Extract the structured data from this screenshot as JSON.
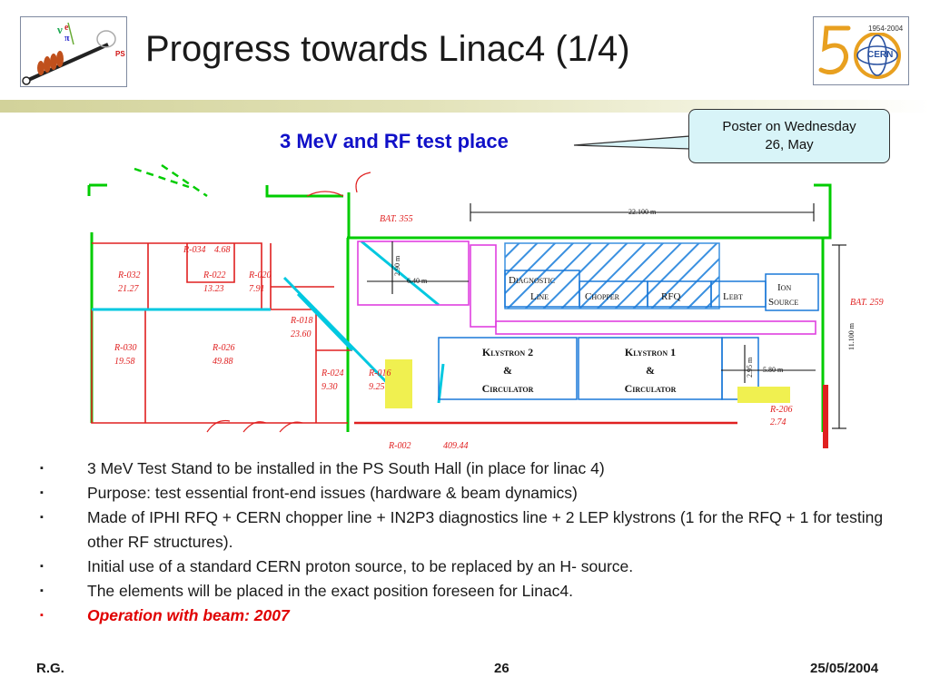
{
  "slide": {
    "title": "Progress towards Linac4 (1/4)",
    "subtitle": "3 MeV and RF test place",
    "callout": {
      "line1": "Poster on Wednesday",
      "line2": "26, May"
    }
  },
  "logos": {
    "left": {
      "icon": "linac-ps-logo",
      "text": "PS"
    },
    "right": {
      "icon": "cern-50-anniversary-logo",
      "years": "1954-2004",
      "text": "CERN"
    }
  },
  "plan": {
    "rooms": [
      {
        "name": "R-034",
        "area": "4.68"
      },
      {
        "name": "R-032",
        "area": "21.27"
      },
      {
        "name": "R-022",
        "area": "13.23"
      },
      {
        "name": "R-020",
        "area": "7.91"
      },
      {
        "name": "R-018",
        "area": "23.60"
      },
      {
        "name": "R-030",
        "area": "19.58"
      },
      {
        "name": "R-026",
        "area": "49.88"
      },
      {
        "name": "R-024",
        "area": "9.30"
      },
      {
        "name": "R-016",
        "area": "9.25"
      },
      {
        "name": "R-206",
        "area": "2.74"
      }
    ],
    "bottom_label": {
      "name": "R-002",
      "area": "409.44"
    },
    "bat_labels": {
      "top": "BAT. 355",
      "right": "BAT. 259"
    },
    "dimensions": {
      "width_top": "22.100 m",
      "height_right": "11.100 m",
      "d_290": "2.90 m",
      "d_640": "6.40 m",
      "d_295": "2.95 m",
      "d_580": "5.80 m"
    },
    "beamline": {
      "diag_1": "Diagnostic",
      "diag_2": "Line",
      "chopper": "Chopper",
      "rfq": "RFQ",
      "lebt": "Lebt",
      "source_1": "Ion",
      "source_2": "Source"
    },
    "klystron2": {
      "l1": "Klystron 2",
      "l2": "&",
      "l3": "Circulator"
    },
    "klystron1": {
      "l1": "Klystron 1",
      "l2": "&",
      "l3": "Circulator"
    }
  },
  "bullets": [
    {
      "text": "3 MeV Test Stand to be installed in the PS South Hall (in place for linac 4)",
      "marker": "▪"
    },
    {
      "text": "Purpose: test essential front-end issues (hardware & beam dynamics)",
      "marker": "▪"
    },
    {
      "text": "Made of IPHI RFQ + CERN chopper line + IN2P3 diagnostics line + 2 LEP klystrons (1 for the RFQ + 1 for testing other RF structures).",
      "marker": "▪"
    },
    {
      "text": "Initial use of a standard CERN proton source, to be replaced by an H- source.",
      "marker": "▪"
    },
    {
      "text": "The elements will be placed in the exact position foreseen for Linac4.",
      "marker": "▪"
    },
    {
      "text": "Operation with beam: 2007",
      "marker": "▪"
    }
  ],
  "footer": {
    "left": "R.G.",
    "center": "26",
    "right": "25/05/2004"
  },
  "colors": {
    "title_bar": "#d8d8a8",
    "subtitle": "#1010c8",
    "callout_bg": "#d8f4f8",
    "highlight": "#e00000",
    "wall": "#00cc00",
    "room": "#e02020",
    "beamline": "#00c8e0"
  }
}
